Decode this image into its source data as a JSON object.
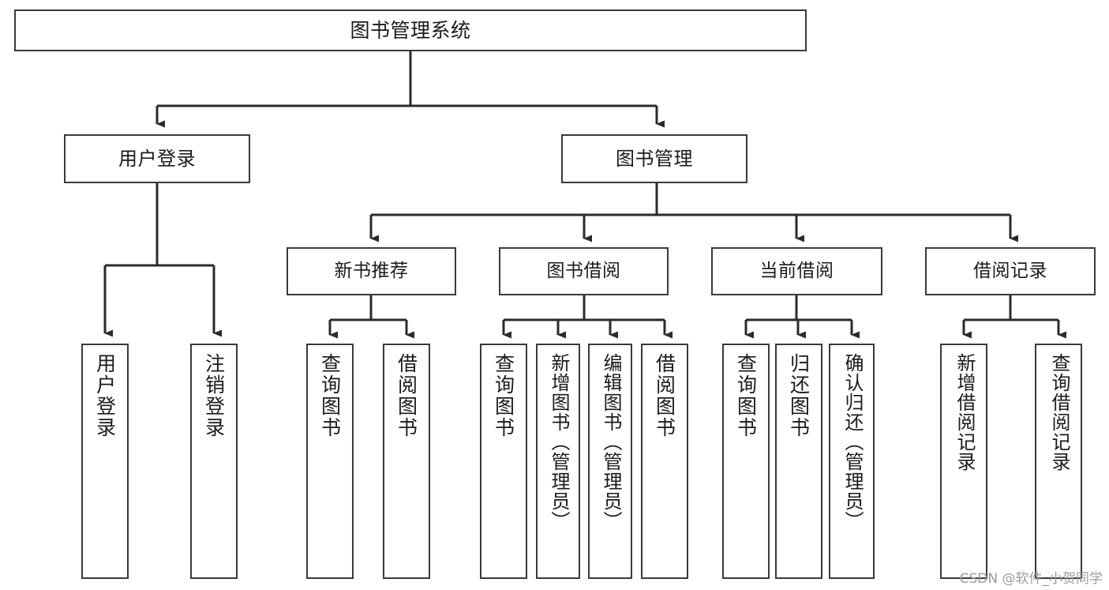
{
  "diagram": {
    "title": "图书管理系统",
    "type": "tree-hierarchy-diagram",
    "colors": {
      "box_border": "#3a3a3a",
      "box_fill": "#ffffff",
      "connector": "#2b2b2b",
      "text": "#1b1b1b",
      "watermark": "#9b9b9b",
      "background": "#ffffff"
    },
    "root": {
      "label": "图书管理系统"
    },
    "level2": [
      {
        "label": "用户登录"
      },
      {
        "label": "图书管理"
      }
    ],
    "level3": [
      {
        "label": "新书推荐"
      },
      {
        "label": "图书借阅"
      },
      {
        "label": "当前借阅"
      },
      {
        "label": "借阅记录"
      }
    ],
    "leaves": {
      "user_login": [
        {
          "label": "用户登录"
        },
        {
          "label": "注销登录"
        }
      ],
      "new_book_recommend": [
        {
          "label": "查询图书"
        },
        {
          "label": "借阅图书"
        }
      ],
      "book_borrow": [
        {
          "label": "查询图书"
        },
        {
          "label": "新增图书（管理员）"
        },
        {
          "label": "编辑图书（管理员）"
        },
        {
          "label": "借阅图书"
        }
      ],
      "current_borrow": [
        {
          "label": "查询图书"
        },
        {
          "label": "归还图书"
        },
        {
          "label": "确认归还（管理员）"
        }
      ],
      "borrow_records": [
        {
          "label": "新增借阅记录"
        },
        {
          "label": "查询借阅记录"
        }
      ]
    },
    "watermark": "CSDN @软件_小贺同学"
  }
}
